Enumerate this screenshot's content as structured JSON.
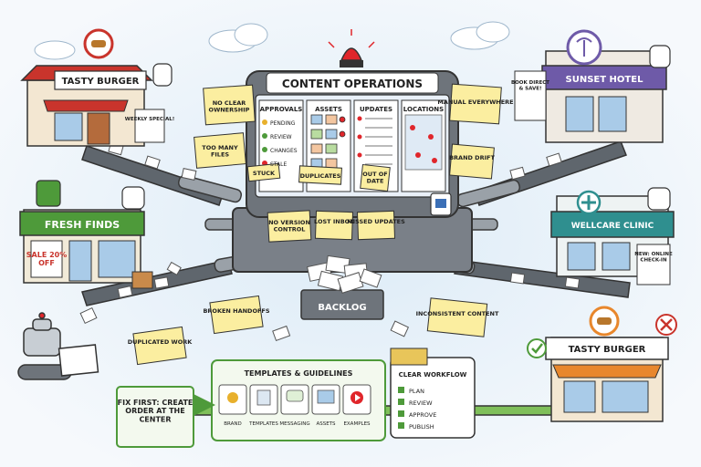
{
  "machine": {
    "title": "CONTENT OPERATIONS",
    "panels": {
      "approvals": {
        "title": "APPROVALS",
        "items": [
          "PENDING",
          "REVIEW",
          "CHANGES",
          "STALE"
        ]
      },
      "assets": {
        "title": "ASSETS"
      },
      "updates": {
        "title": "UPDATES"
      },
      "locations": {
        "title": "LOCATIONS"
      }
    },
    "backlog_label": "BACKLOG"
  },
  "notes": {
    "no_clear_ownership": "NO CLEAR OWNERSHIP",
    "manual_everywhere": "MANUAL EVERYWHERE",
    "too_many_files": "TOO MANY FILES",
    "brand_drift": "BRAND DRIFT",
    "stuck": "STUCK",
    "duplicates": "DUPLICATES",
    "out_of_date": "OUT OF DATE",
    "no_version_control": "NO VERSION CONTROL",
    "lost_inbox": "LOST INBOX",
    "missed_updates": "MISSED UPDATES",
    "broken_handoffs": "BROKEN HANDOFFS",
    "inconsistent_content": "INCONSISTENT CONTENT",
    "duplicated_work": "DUPLICATED WORK"
  },
  "stores": {
    "tasty_burger_top": {
      "name": "TASTY BURGER",
      "sign": "WEEKLY SPECIAL!"
    },
    "fresh_finds": {
      "name": "FRESH FINDS",
      "sign": "SALE 20% OFF"
    },
    "sunset_hotel": {
      "name": "SUNSET HOTEL",
      "sign": "BOOK DIRECT & SAVE!"
    },
    "wellcare_clinic": {
      "name": "WELLCARE CLINIC",
      "sign": "NEW: ONLINE CHECK-IN"
    },
    "tasty_burger_bottom": {
      "name": "TASTY BURGER"
    }
  },
  "templates": {
    "title": "TEMPLATES & GUIDELINES",
    "items": [
      "BRAND",
      "TEMPLATES",
      "MESSAGING",
      "ASSETS",
      "EXAMPLES"
    ]
  },
  "workflow": {
    "title": "CLEAR WORKFLOW",
    "steps": [
      "PLAN",
      "REVIEW",
      "APPROVE",
      "PUBLISH"
    ]
  },
  "fix_sign": "FIX FIRST: CREATE ORDER AT THE CENTER",
  "colors": {
    "sky": "#cfe3f4",
    "note": "#fbeea0",
    "pipe": "#8d949c",
    "machine": "#6e747b",
    "screen": "#e9f0f8",
    "alarm": "#e0262b",
    "green": "#4e9a3a",
    "burger_red": "#c9342c",
    "hotel_purple": "#6e5aa8",
    "clinic_teal": "#2f8f8f",
    "awning_orange": "#e8872c"
  }
}
